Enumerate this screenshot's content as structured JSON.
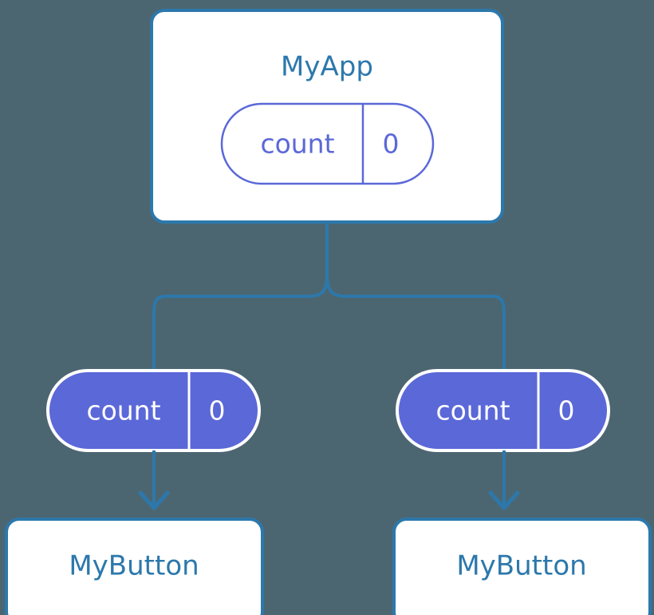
{
  "diagram": {
    "type": "component-tree",
    "background_color": "#4c6671",
    "accent_blue": "#2c78ac",
    "accent_purple": "#5b68d8",
    "surface_white": "#ffffff",
    "root": {
      "name": "root-component",
      "title": "MyApp",
      "state_pill": {
        "label": "count",
        "value": "0",
        "style": "outline"
      }
    },
    "branches": [
      {
        "name": "left-branch",
        "pill": {
          "label": "count",
          "value": "0",
          "style": "filled"
        },
        "child": {
          "title": "MyButton"
        }
      },
      {
        "name": "right-branch",
        "pill": {
          "label": "count",
          "value": "0",
          "style": "filled"
        },
        "child": {
          "title": "MyButton"
        }
      }
    ]
  }
}
